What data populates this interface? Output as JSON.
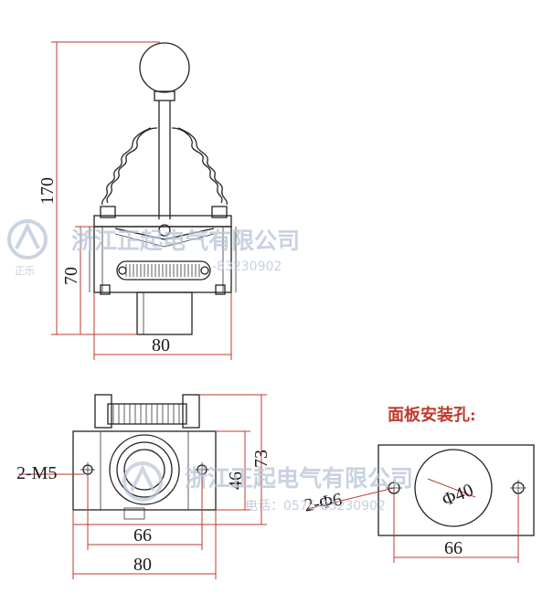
{
  "dimensions": {
    "top_height_total": "170",
    "top_height_body": "70",
    "top_width": "80",
    "bottom_m5": "2-M5",
    "bottom_h46": "46",
    "bottom_h73": "73",
    "bottom_w66": "66",
    "bottom_w80": "80",
    "panel_holes": "2-Φ6",
    "panel_circle": "Φ40",
    "panel_w66": "66"
  },
  "panel": {
    "title": "面板安装孔:"
  },
  "watermark": {
    "company": "浙江正起电气有限公司",
    "phone_top": "-83230902",
    "phone_bottom": "电话：0576-83230902",
    "logo_text": "正乐"
  },
  "colors": {
    "dimension_line": "#c0392b",
    "drawing_line": "#222222",
    "watermark": "#b8c4d6"
  }
}
